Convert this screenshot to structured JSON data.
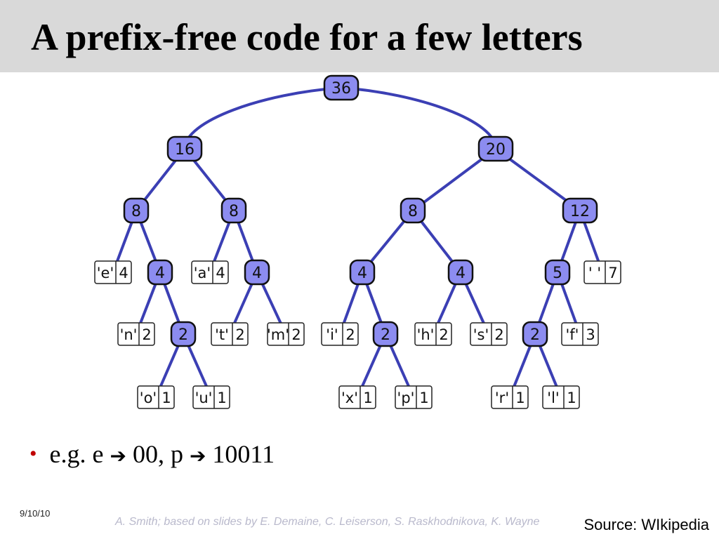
{
  "slide": {
    "title": "A prefix-free code for a few letters",
    "bullet": {
      "prefix": "e.g. e",
      "middle": "00, p",
      "suffix": "10011",
      "arrow_icon": "right-arrow"
    },
    "date": "9/10/10",
    "credit": "A. Smith; based on slides by E. Demaine, C. Leiserson, S. Raskhodnikova, K. Wayne",
    "source": "Source: WIkipedia"
  },
  "tree": {
    "colors": {
      "edge": "#3b3fb4",
      "node_fill": "#8c8cf0",
      "node_border": "#111111",
      "leaf_fill": "#ffffff"
    },
    "internal_nodes": [
      {
        "id": "n36",
        "label": "36"
      },
      {
        "id": "n16",
        "label": "16"
      },
      {
        "id": "n20",
        "label": "20"
      },
      {
        "id": "n8a",
        "label": "8"
      },
      {
        "id": "n8b",
        "label": "8"
      },
      {
        "id": "n8c",
        "label": "8"
      },
      {
        "id": "n12",
        "label": "12"
      },
      {
        "id": "n4a",
        "label": "4"
      },
      {
        "id": "n4b",
        "label": "4"
      },
      {
        "id": "n4c",
        "label": "4"
      },
      {
        "id": "n4d",
        "label": "4"
      },
      {
        "id": "n5",
        "label": "5"
      },
      {
        "id": "n2a",
        "label": "2"
      },
      {
        "id": "n2b",
        "label": "2"
      },
      {
        "id": "n2c",
        "label": "2"
      }
    ],
    "leaves": [
      {
        "id": "le",
        "char": "'e'",
        "freq": "4"
      },
      {
        "id": "la",
        "char": "'a'",
        "freq": "4"
      },
      {
        "id": "lsp",
        "char": "' '",
        "freq": "7"
      },
      {
        "id": "ln",
        "char": "'n'",
        "freq": "2"
      },
      {
        "id": "lt",
        "char": "'t'",
        "freq": "2"
      },
      {
        "id": "lm",
        "char": "'m'",
        "freq": "2"
      },
      {
        "id": "li",
        "char": "'i'",
        "freq": "2"
      },
      {
        "id": "lh",
        "char": "'h'",
        "freq": "2"
      },
      {
        "id": "ls",
        "char": "'s'",
        "freq": "2"
      },
      {
        "id": "lf",
        "char": "'f'",
        "freq": "3"
      },
      {
        "id": "lo",
        "char": "'o'",
        "freq": "1"
      },
      {
        "id": "lu",
        "char": "'u'",
        "freq": "1"
      },
      {
        "id": "lx",
        "char": "'x'",
        "freq": "1"
      },
      {
        "id": "lp",
        "char": "'p'",
        "freq": "1"
      },
      {
        "id": "lr",
        "char": "'r'",
        "freq": "1"
      },
      {
        "id": "ll",
        "char": "'l'",
        "freq": "1"
      }
    ],
    "edges": [
      [
        "n36",
        "n16"
      ],
      [
        "n36",
        "n20"
      ],
      [
        "n16",
        "n8a"
      ],
      [
        "n16",
        "n8b"
      ],
      [
        "n20",
        "n8c"
      ],
      [
        "n20",
        "n12"
      ],
      [
        "n8a",
        "le"
      ],
      [
        "n8a",
        "n4a"
      ],
      [
        "n8b",
        "la"
      ],
      [
        "n8b",
        "n4b"
      ],
      [
        "n8c",
        "n4c"
      ],
      [
        "n8c",
        "n4d"
      ],
      [
        "n12",
        "n5"
      ],
      [
        "n12",
        "lsp"
      ],
      [
        "n4a",
        "ln"
      ],
      [
        "n4a",
        "n2a"
      ],
      [
        "n4b",
        "lt"
      ],
      [
        "n4b",
        "lm"
      ],
      [
        "n4c",
        "li"
      ],
      [
        "n4c",
        "n2b"
      ],
      [
        "n4d",
        "lh"
      ],
      [
        "n4d",
        "ls"
      ],
      [
        "n5",
        "n2c"
      ],
      [
        "n5",
        "lf"
      ],
      [
        "n2a",
        "lo"
      ],
      [
        "n2a",
        "lu"
      ],
      [
        "n2b",
        "lx"
      ],
      [
        "n2b",
        "lp"
      ],
      [
        "n2c",
        "lr"
      ],
      [
        "n2c",
        "ll"
      ]
    ]
  }
}
